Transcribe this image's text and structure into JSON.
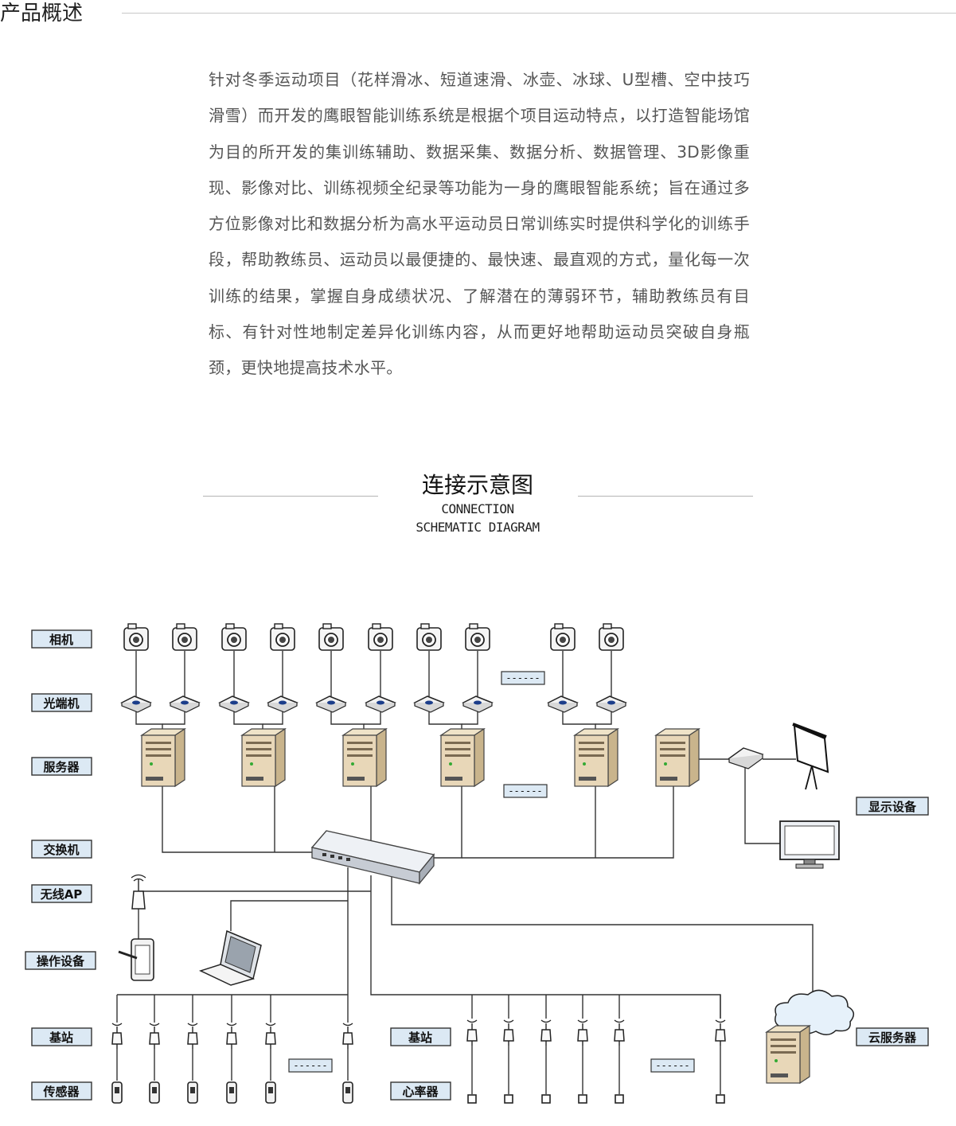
{
  "section": {
    "title": "产品概述"
  },
  "paragraph": "针对冬季运动项目（花样滑冰、短道速滑、冰壶、冰球、U型槽、空中技巧滑雪）而开发的鹰眼智能训练系统是根据个项目运动特点，以打造智能场馆为目的所开发的集训练辅助、数据采集、数据分析、数据管理、3D影像重现、影像对比、训练视频全纪录等功能为一身的鹰眼智能系统；旨在通过多方位影像对比和数据分析为高水平运动员日常训练实时提供科学化的训练手段，帮助教练员、运动员以最便捷的、最快速、最直观的方式，量化每一次训练的结果，掌握自身成绩状况、了解潜在的薄弱环节，辅助教练员有目标、有针对性地制定差异化训练内容，从而更好地帮助运动员突破自身瓶颈，更快地提高技术水平。",
  "diagram_heading": {
    "zh": "连接示意图",
    "en_line1": "CONNECTION",
    "en_line2": "SCHEMATIC DIAGRAM"
  },
  "diagram": {
    "labels": {
      "camera": "相机",
      "fiber_transceiver": "光端机",
      "server": "服务器",
      "switch": "交换机",
      "wireless_ap": "无线AP",
      "operating_device": "操作设备",
      "base_station_left": "基站",
      "sensor": "传感器",
      "base_station_right": "基站",
      "heart_rate_monitor": "心率器",
      "display_device": "显示设备",
      "cloud_server": "云服务器"
    },
    "ellipsis": "------",
    "colors": {
      "label_fill": "#dce9f4",
      "server_fill": "#e8d7b8",
      "wire": "#333333"
    }
  }
}
